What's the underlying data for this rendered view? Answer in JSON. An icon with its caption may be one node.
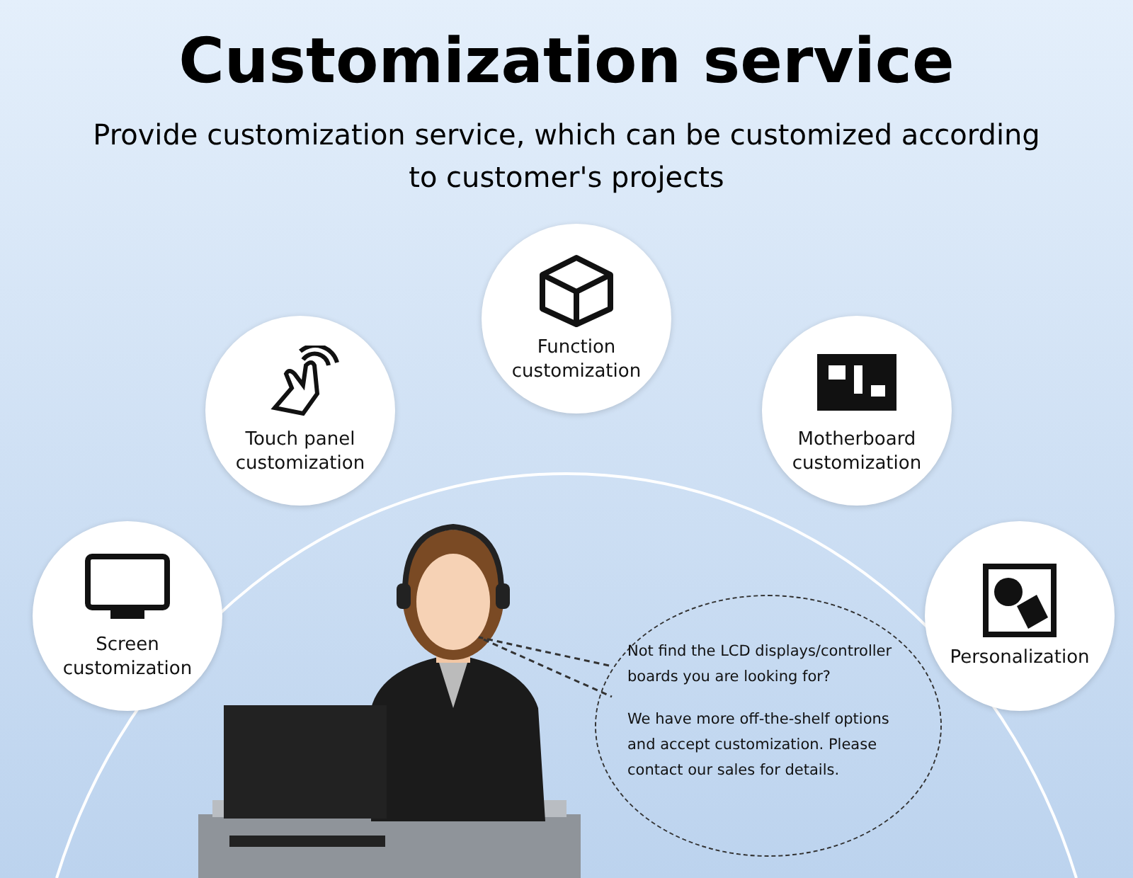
{
  "diagram": {
    "title": "Customization service",
    "nodes": [
      {
        "text": [
          "Screen customization"
        ]
      },
      {
        "text": [
          "Touch panel customization"
        ]
      },
      {
        "text": [
          "Function customization"
        ]
      },
      {
        "text": [
          "Motherboard customization"
        ]
      },
      {
        "text": [
          "Personalization"
        ]
      },
      {
        "text": [
          "Not find the LCD displays/controller boards you are looking for?",
          "We have more off-the-shelf options and accept customization. Please contact our sales for details."
        ]
      }
    ],
    "labels": [
      "Provide customization service, which can be customized according to customer's projects"
    ]
  }
}
